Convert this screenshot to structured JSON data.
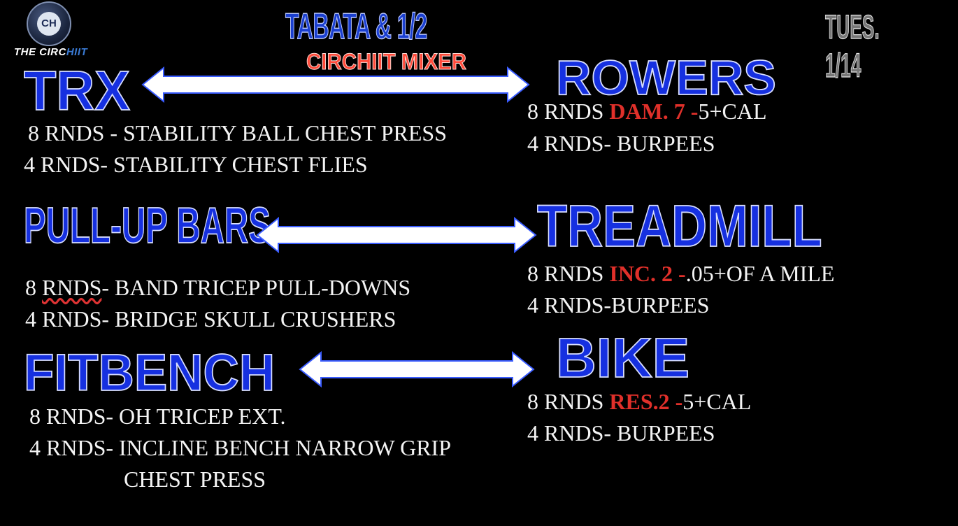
{
  "header": {
    "logo_mark": "CH",
    "logo_text_prefix": "THE ",
    "logo_text_a": "CIRC",
    "logo_text_b": "HIIT",
    "title": "TABATA & 1/2",
    "subtitle": "CIRCHIIT MIXER",
    "date": "TUES. 1/14"
  },
  "colors": {
    "background": "#000000",
    "station": "#1630e0",
    "accent_red": "#e0302a",
    "text": "#f4f4f4"
  },
  "stations": {
    "trx": {
      "name": "TRX",
      "line1": "8 RNDS - STABILITY BALL CHEST PRESS",
      "line2": "4 RNDS- STABILITY CHEST FLIES"
    },
    "rowers": {
      "name": "ROWERS",
      "line1_pre": "8 RNDS ",
      "line1_red": "DAM. 7 -",
      "line1_post": "5+CAL",
      "line2": "4 RNDS- BURPEES"
    },
    "pullup": {
      "name": "PULL-UP BARS",
      "line1_a": "8 ",
      "line1_b": "RNDS",
      "line1_c": "-  BAND TRICEP PULL-DOWNS",
      "line2": "4 RNDS- BRIDGE SKULL CRUSHERS"
    },
    "treadmill": {
      "name": "TREADMILL",
      "line1_pre": "8 RNDS ",
      "line1_red": "INC. 2 -",
      "line1_post": ".05+OF A MILE",
      "line2": "4 RNDS-BURPEES"
    },
    "fitbench": {
      "name": "FITBENCH",
      "line1": "8 RNDS- OH TRICEP EXT.",
      "line2": "4 RNDS- INCLINE BENCH NARROW GRIP",
      "line3": "CHEST  PRESS"
    },
    "bike": {
      "name": "BIKE",
      "line1_pre": "8 RNDS ",
      "line1_red": "RES.2 -",
      "line1_post": "5+CAL",
      "line2": "4 RNDS- BURPEES"
    }
  }
}
